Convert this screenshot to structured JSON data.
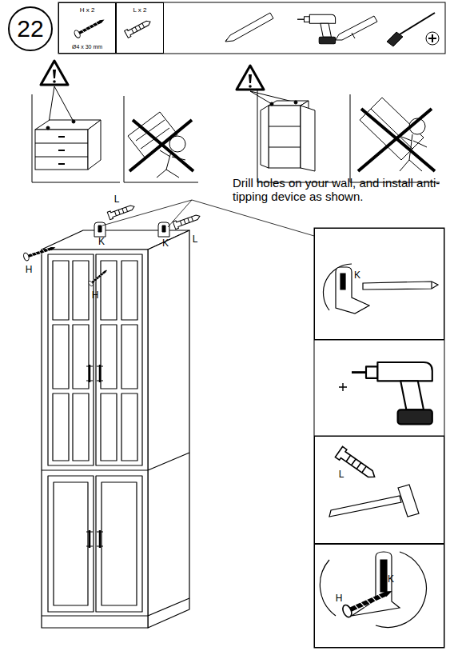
{
  "diagram": {
    "nodes": [
      {
        "text": [
          "22"
        ]
      },
      {
        "text": [
          "H x 2",
          "Ø4 x 30 mm"
        ]
      },
      {
        "text": [
          "L x 2"
        ]
      },
      {
        "text": [
          "K"
        ]
      },
      {
        "text": [
          "L"
        ]
      },
      {
        "text": [
          "H",
          "K"
        ]
      }
    ],
    "labels": [
      "L",
      "K",
      "L",
      "K",
      "H",
      "H",
      "Drill holes on your wall, and install anti-tipping device as shown."
    ]
  }
}
